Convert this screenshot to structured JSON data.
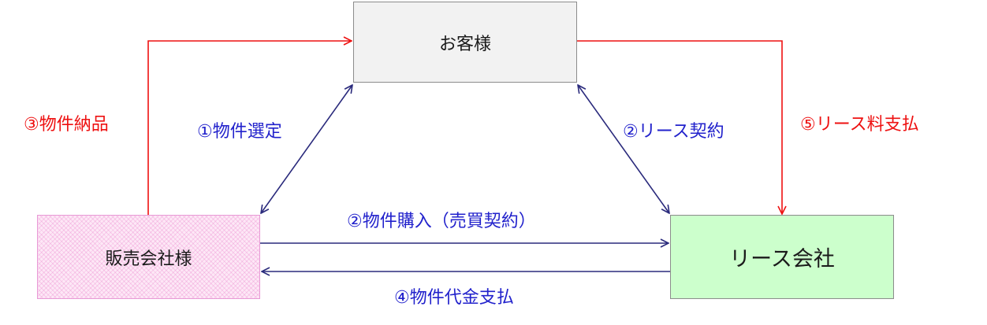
{
  "nodes": {
    "customer": "お客様",
    "vendor": "販売会社様",
    "lease_company": "リース会社"
  },
  "edges": {
    "delivery": "③物件納品",
    "selection": "①物件選定",
    "lease_contract": "②リース契約",
    "lease_payment": "⑤リース料支払",
    "purchase": "②物件購入（売買契約）",
    "price_payment": "④物件代金支払"
  },
  "colors": {
    "red_arrow": "#ee1111",
    "blue_arrow": "#2a2a7c",
    "customer_box": "#f2f2f2",
    "vendor_box": "#fde8f6",
    "lease_box": "#ccffcc"
  }
}
